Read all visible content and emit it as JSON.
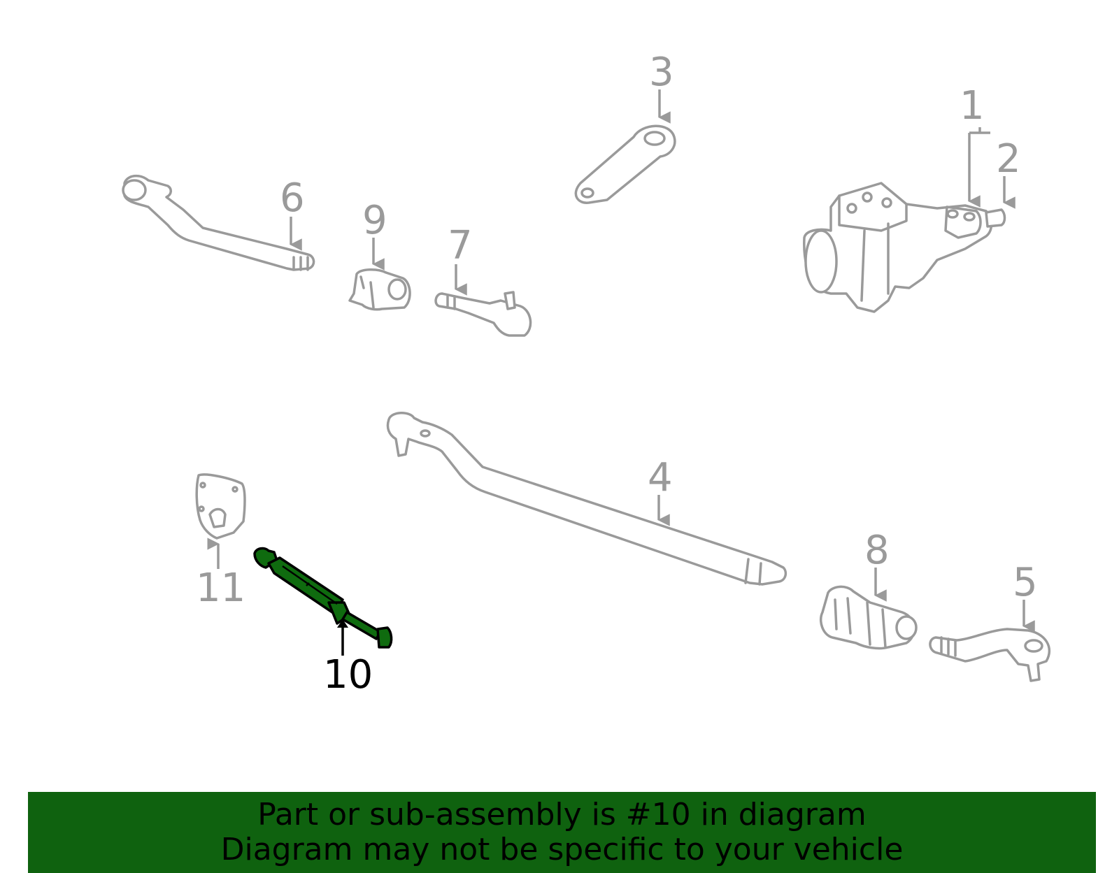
{
  "diagram": {
    "callouts": [
      {
        "id": "1",
        "label": "1",
        "highlighted": false
      },
      {
        "id": "2",
        "label": "2",
        "highlighted": false
      },
      {
        "id": "3",
        "label": "3",
        "highlighted": false
      },
      {
        "id": "4",
        "label": "4",
        "highlighted": false
      },
      {
        "id": "5",
        "label": "5",
        "highlighted": false
      },
      {
        "id": "6",
        "label": "6",
        "highlighted": false
      },
      {
        "id": "7",
        "label": "7",
        "highlighted": false
      },
      {
        "id": "8",
        "label": "8",
        "highlighted": false
      },
      {
        "id": "9",
        "label": "9",
        "highlighted": false
      },
      {
        "id": "10",
        "label": "10",
        "highlighted": true
      },
      {
        "id": "11",
        "label": "11",
        "highlighted": false
      }
    ],
    "colors": {
      "part_outline": "#9a9a9a",
      "highlight_fill": "#0f6b0f",
      "highlight_outline": "#000000",
      "banner_background": "#0f620f"
    }
  },
  "banner": {
    "line1": "Part or sub-assembly is #10 in diagram",
    "line2": "Diagram may not be specific to your vehicle"
  }
}
